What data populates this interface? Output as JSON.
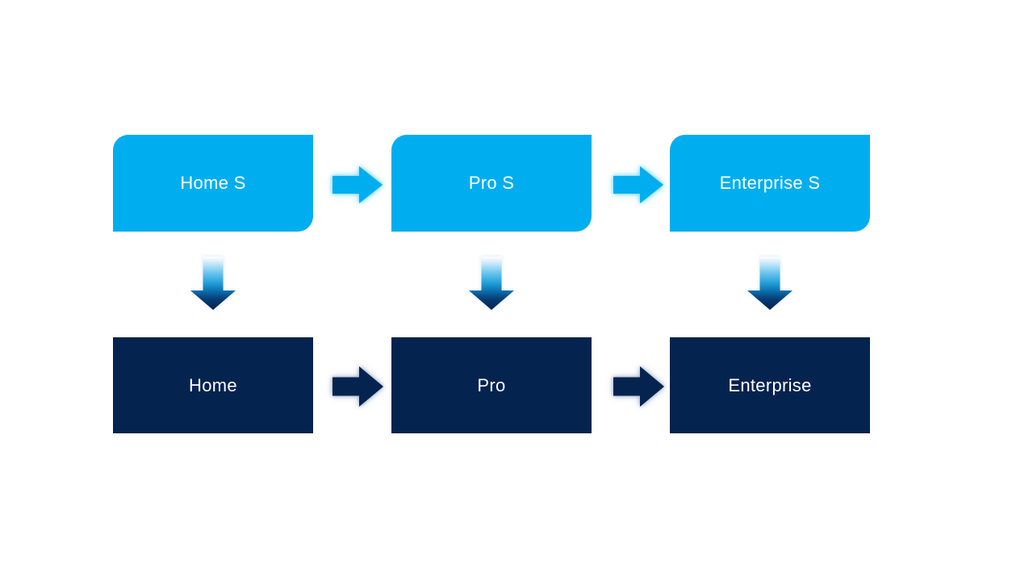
{
  "canvas": {
    "background": "#FFFFFF"
  },
  "colors": {
    "light_blue": "#00AEEF",
    "dark_navy": "#05234F",
    "text": "#FFFFFF"
  },
  "diagram": {
    "type": "flow",
    "top_row": {
      "style": "light-blue rounded (top-left & bottom-right corners)",
      "nodes": [
        {
          "label": "Home S"
        },
        {
          "label": "Pro S"
        },
        {
          "label": "Enterprise S"
        }
      ]
    },
    "bottom_row": {
      "style": "dark-navy rectangle",
      "nodes": [
        {
          "label": "Home"
        },
        {
          "label": "Pro"
        },
        {
          "label": "Enterprise"
        }
      ]
    },
    "connections": {
      "horizontal_top": [
        "Home S → Pro S",
        "Pro S → Enterprise S"
      ],
      "horizontal_bottom": [
        "Home → Pro",
        "Pro → Enterprise"
      ],
      "vertical": [
        "Home S → Home",
        "Pro S → Pro",
        "Enterprise S → Enterprise"
      ]
    }
  }
}
